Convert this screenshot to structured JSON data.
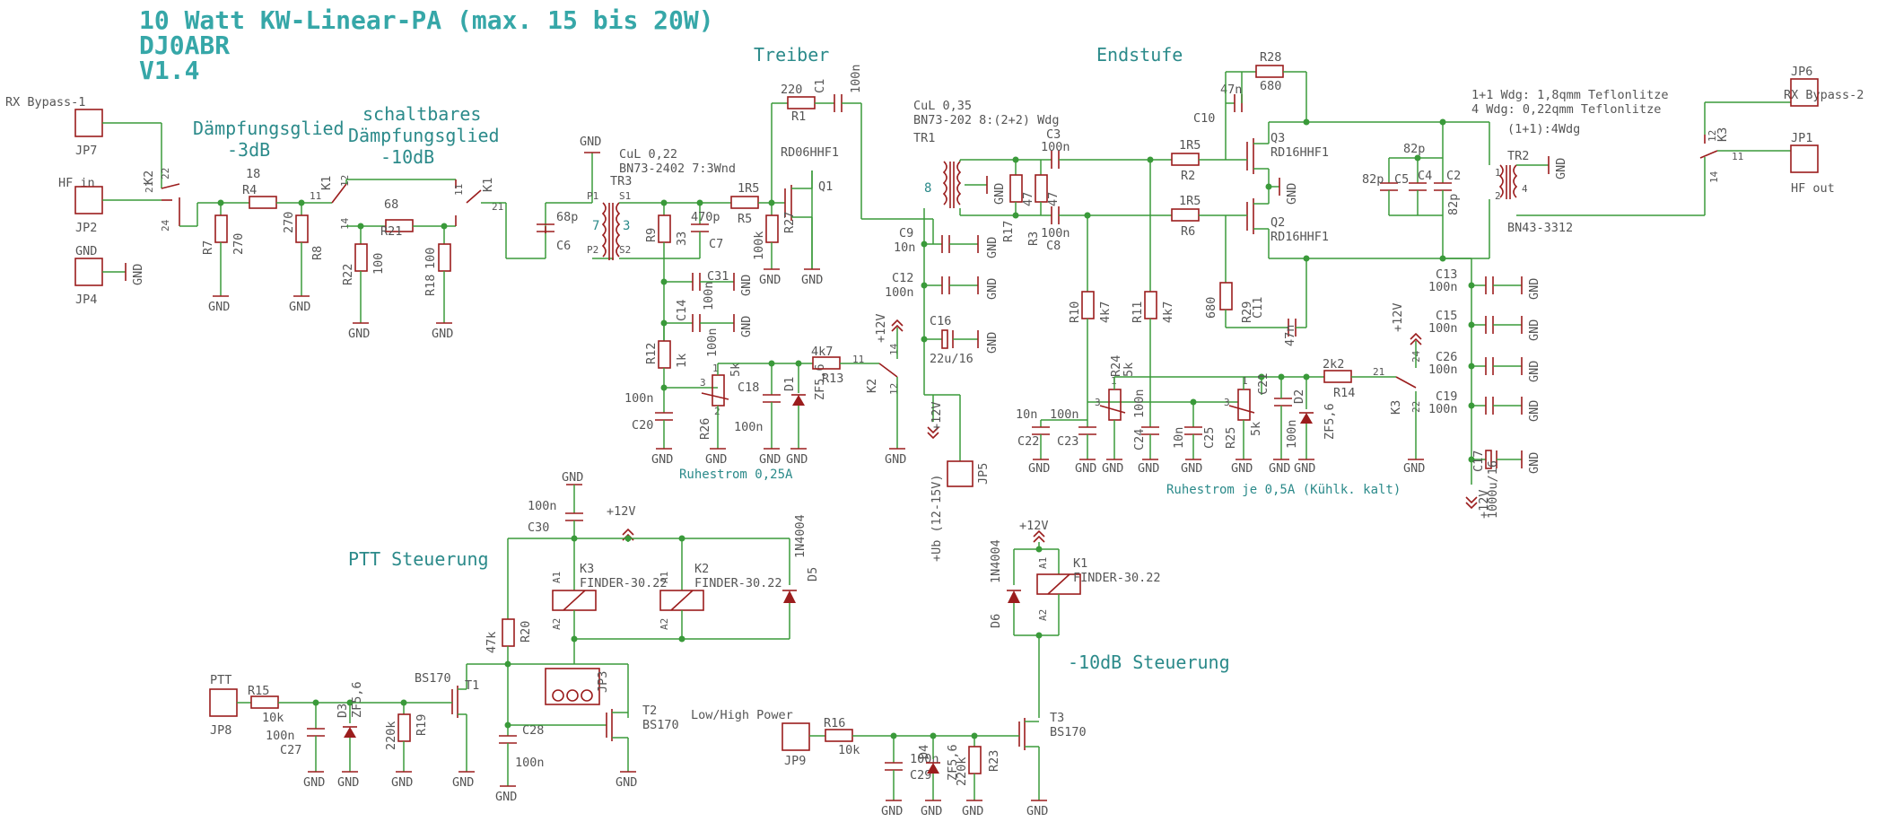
{
  "title": {
    "line1": "10 Watt KW-Linear-PA (max. 15 bis 20W)",
    "line2": "DJ0ABR",
    "line3": "V1.4"
  },
  "sections": {
    "treiber": "Treiber",
    "endstufe": "Endstufe",
    "daempfung3": "Dämpfungsglied",
    "daempfung3b": "-3dB",
    "daempfung10a": "schaltbares",
    "daempfung10b": "Dämpfungsglied",
    "daempfung10c": "-10dB",
    "ptt": "PTT Steuerung",
    "steuer10": "-10dB Steuerung"
  },
  "notes": {
    "ruhe1": "Ruhestrom 0,25A",
    "ruhe2": "Ruhestrom je 0,5A (Kühlk. kalt)",
    "lowhigh": "Low/High Power",
    "tr3a": "CuL 0,22",
    "tr3b": "BN73-2402 7:3Wnd",
    "tr1a": "CuL 0,35",
    "tr1b": "BN73-202 8:(2+2) Wdg",
    "tr2a": "1+1 Wdg: 1,8qmm Teflonlitze",
    "tr2b": "4 Wdg: 0,22qmm Teflonlitze",
    "tr2c": "(1+1):4Wdg",
    "tr2d": "BN43-3312",
    "ub": "+Ub (12-15V)"
  },
  "connectors": {
    "jp7_label": "RX Bypass-1",
    "jp7": "JP7",
    "jp2_label": "HF in",
    "jp2": "JP2",
    "jp4_label": "GND",
    "jp4": "JP4",
    "jp6_label": "RX Bypass-2",
    "jp6": "JP6",
    "jp1_label": "HF out",
    "jp1": "JP1",
    "jp5": "JP5",
    "jp8_label": "PTT",
    "jp8": "JP8",
    "jp9": "JP9",
    "jp3": "JP3"
  },
  "parts": {
    "r4": "R4",
    "r4v": "18",
    "r7": "R7",
    "r7v": "270",
    "r8": "R8",
    "r8v": "270",
    "r21": "R21",
    "r21v": "68",
    "r22": "R22",
    "r22v": "100",
    "r18": "R18",
    "r18v": "100",
    "k1": "K1",
    "k2": "K2",
    "k3": "K3",
    "c6": "C6",
    "c6v": "68p",
    "tr3": "TR3",
    "p1": "P1",
    "p2": "P2",
    "s1": "S1",
    "s2": "S2",
    "r9": "R9",
    "r9v": "33",
    "c7": "C7",
    "c7v": "470p",
    "r5": "R5",
    "r5v": "1R5",
    "r1": "R1",
    "r1v": "220",
    "c1": "C1",
    "c1v": "100n",
    "rd06": "RD06HHF1",
    "q1": "Q1",
    "r27": "R27",
    "r27v": "100k",
    "c31": "C31",
    "c31v": "100n",
    "c14": "C14",
    "c14v": "100n",
    "r12": "R12",
    "r12v": "1k",
    "c20": "C20",
    "c20v": "100n",
    "r26": "R26",
    "r26v": "5k",
    "c18": "C18",
    "c18v": "100n",
    "d1": "D1",
    "d1v": "ZF5,6",
    "r13": "R13",
    "r13v": "4k7",
    "tr1": "TR1",
    "c9": "C9",
    "c9v": "10n",
    "c12": "C12",
    "c12v": "100n",
    "c16": "C16",
    "c16v": "22u/16",
    "r17": "R17",
    "r17v": "47",
    "r3": "R3",
    "r3v": "47",
    "c3": "C3",
    "c3v": "100n",
    "c8": "C8",
    "c8v": "100n",
    "r2": "R2",
    "r2v": "1R5",
    "r6": "R6",
    "r6v": "1R5",
    "r28": "R28",
    "r28v": "680",
    "c10": "C10",
    "c10v": "47n",
    "q3": "Q3",
    "q3v": "RD16HHF1",
    "q2": "Q2",
    "q2v": "RD16HHF1",
    "c5": "C5",
    "c5v": "82p",
    "c4": "C4",
    "c4v": "82p",
    "c2": "C2",
    "c2v": "82p",
    "tr2": "TR2",
    "r29": "R29",
    "r29v": "680",
    "c11": "C11",
    "c11v": "47n",
    "r10": "R10",
    "r10v": "4k7",
    "r11": "R11",
    "r11v": "4k7",
    "r24": "R24",
    "r24v": "5k",
    "r25": "R25",
    "r25v": "5k",
    "c22": "C22",
    "c22v": "10n",
    "c23": "C23",
    "c23v": "100n",
    "c24": "C24",
    "c24v": "100n",
    "c25": "C25",
    "c25v": "10n",
    "c21": "C21",
    "c21v": "100n",
    "d2": "D2",
    "d2v": "ZF5,6",
    "r14": "R14",
    "r14v": "2k2",
    "c13": "C13",
    "c13v": "100n",
    "c15": "C15",
    "c15v": "100n",
    "c26": "C26",
    "c26v": "100n",
    "c19": "C19",
    "c19v": "100n",
    "c17": "C17",
    "c17v": "1000u/16",
    "c30": "C30",
    "c30v": "100n",
    "k3r": "K3",
    "k3rv": "FINDER-30.22",
    "k2r": "K2",
    "k2rv": "FINDER-30.22",
    "d5": "D5",
    "d5v": "1N4004",
    "r20": "R20",
    "r20v": "47k",
    "t1": "T1",
    "t1v": "BS170",
    "t2": "T2",
    "t2v": "BS170",
    "c28": "C28",
    "c28v": "100n",
    "r15": "R15",
    "r15v": "10k",
    "c27": "C27",
    "c27v": "100n",
    "d3": "D3",
    "d3v": "ZF5,6",
    "r19": "R19",
    "r19v": "220k",
    "d6": "D6",
    "d6v": "1N4004",
    "k1r": "K1",
    "k1rv": "FINDER-30.22",
    "t3": "T3",
    "t3v": "BS170",
    "r16": "R16",
    "r16v": "10k",
    "d4": "D4",
    "d4v": "ZF5,6",
    "r23": "R23",
    "r23v": "220k",
    "c29": "C29",
    "c29v": "100n"
  },
  "power": {
    "gnd": "GND",
    "v12": "+12V"
  },
  "pins": {
    "p21": "21",
    "p22": "22",
    "p24": "24",
    "p11": "11",
    "p12": "12",
    "p14": "14",
    "p1": "1",
    "p2": "2",
    "p3": "3",
    "p7": "7",
    "p8": "8",
    "p4": "4",
    "a1": "A1",
    "a2": "A2"
  }
}
